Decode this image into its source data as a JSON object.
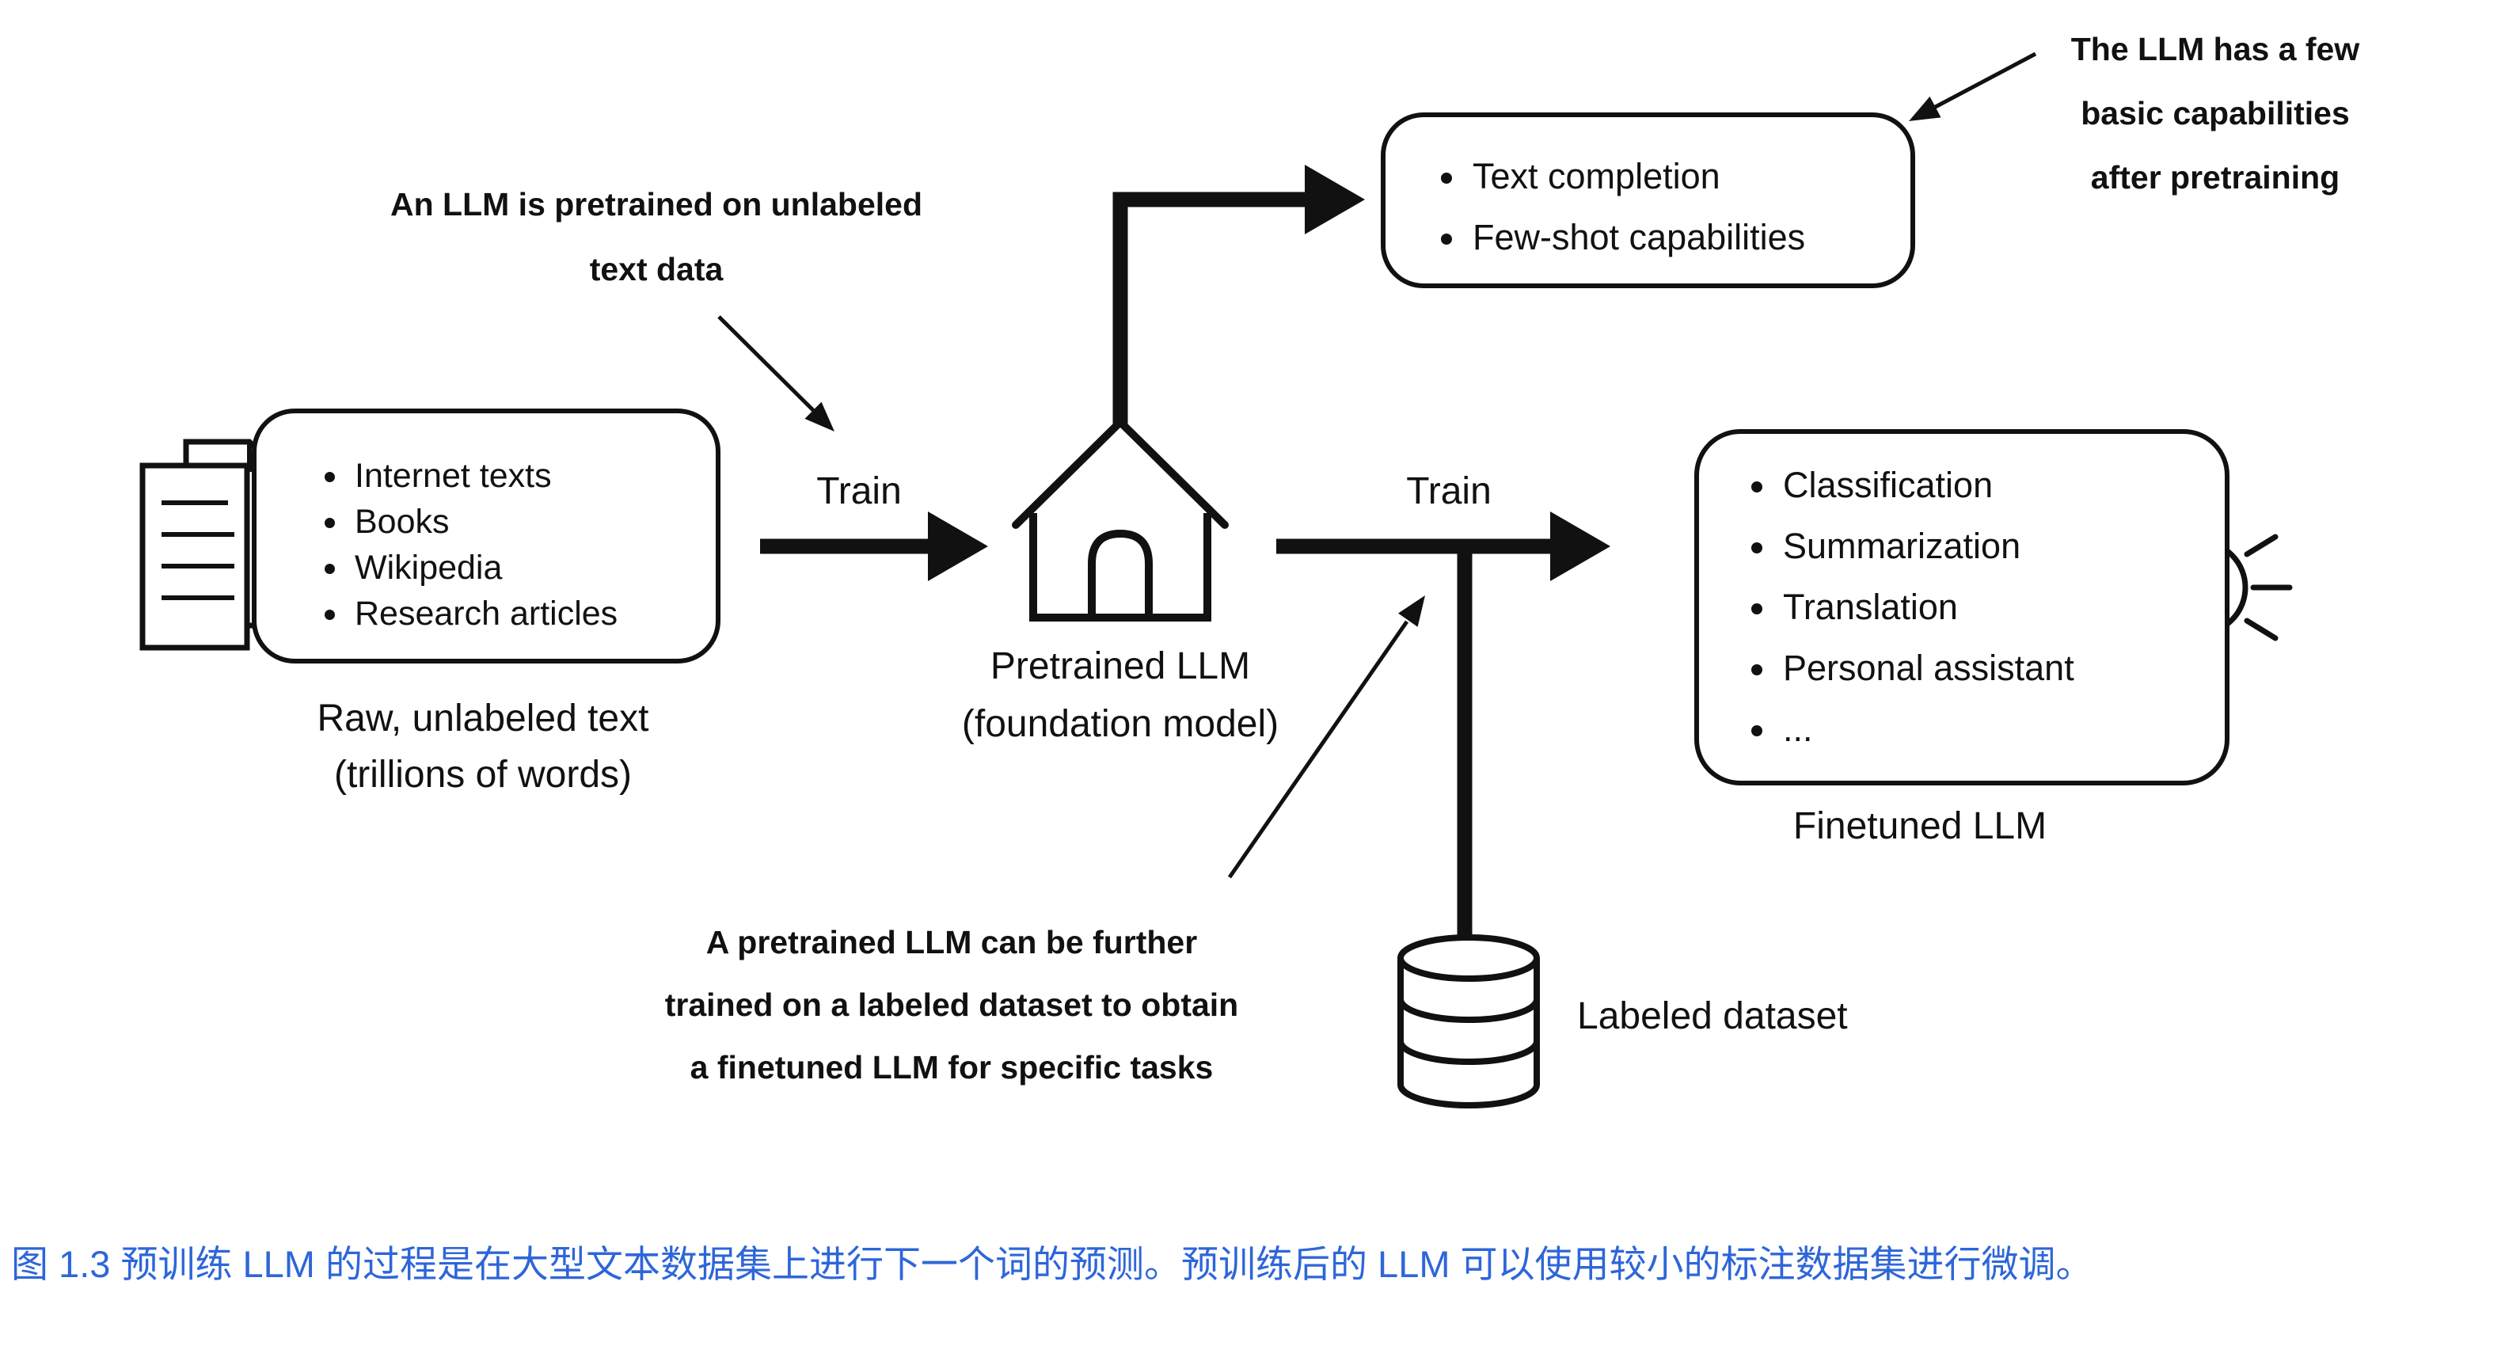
{
  "colors": {
    "ink": "#111111",
    "caption_blue": "#2e66d9",
    "background": "#ffffff"
  },
  "icons": {
    "documents": "stacked-pages-icon",
    "pretrained_model": "house-icon",
    "labeled_dataset": "database-icon",
    "finetuned_model": "lightbulb-icon"
  },
  "diagram": {
    "notes": {
      "pretrain": "An LLM is pretrained on unlabeled\ntext data",
      "capabilities": "The LLM has a few\nbasic capabilities\nafter pretraining",
      "finetune": "A pretrained LLM can be further\ntrained on a labeled dataset to obtain\na finetuned LLM for specific tasks"
    },
    "train_left_label": "Train",
    "train_right_label": "Train",
    "raw_text_box": {
      "items": [
        "Internet texts",
        "Books",
        "Wikipedia",
        "Research articles"
      ],
      "caption_line1": "Raw, unlabeled text",
      "caption_line2": "(trillions of words)"
    },
    "pretrained_label_line1": "Pretrained LLM",
    "pretrained_label_line2": "(foundation model)",
    "capabilities_box": {
      "items": [
        "Text completion",
        "Few-shot capabilities"
      ]
    },
    "finetuned_box": {
      "items": [
        "Classification",
        "Summarization",
        "Translation",
        "Personal assistant",
        "..."
      ],
      "caption": "Finetuned LLM"
    },
    "labeled_dataset_label": "Labeled dataset"
  },
  "figure_caption": "图 1.3 预训练 LLM 的过程是在大型文本数据集上进行下一个词的预测。预训练后的 LLM 可以使用较小的标注数据集进行微调。"
}
